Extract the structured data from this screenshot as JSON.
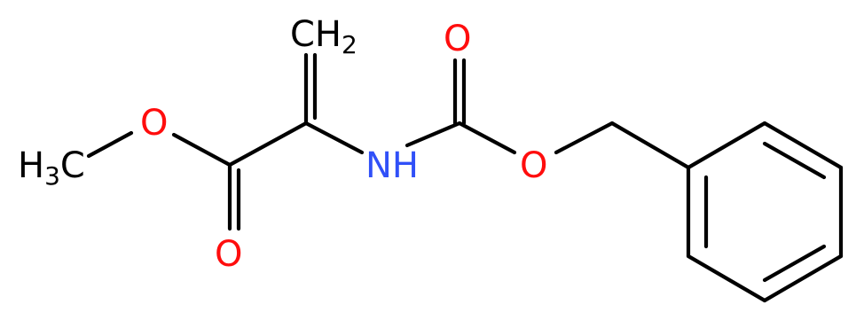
{
  "molecule": {
    "atoms": {
      "methyl": {
        "text": "H",
        "sub": "3",
        "text2": "C"
      },
      "ester_o": "O",
      "carbonyl_o1": "O",
      "methylene": {
        "text": "CH",
        "sub": "2"
      },
      "nh": "NH",
      "carbonyl_o2": "O",
      "ether_o": "O"
    },
    "colors": {
      "oxygen": "#ff0d0d",
      "nitrogen": "#3050f8",
      "carbon": "#000000"
    }
  }
}
